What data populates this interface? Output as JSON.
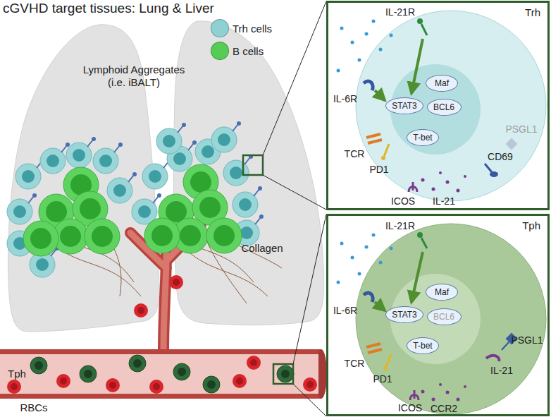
{
  "diagram": {
    "title": "cGVHD target tissues: Lung & Liver",
    "nodes": [
      {
        "text": [
          "Trh"
        ]
      },
      {
        "text": [
          "STAT3"
        ],
        "in": 0
      },
      {
        "text": [
          "Maf"
        ],
        "in": 0
      },
      {
        "text": [
          "BCL6"
        ],
        "in": 0
      },
      {
        "text": [
          "T-bet"
        ],
        "in": 0
      },
      {
        "text": [
          "Tph"
        ]
      },
      {
        "text": [
          "STAT3"
        ],
        "in": 5
      },
      {
        "text": [
          "Maf"
        ],
        "in": 5
      },
      {
        "text": [
          "BCL6"
        ],
        "in": 5
      },
      {
        "text": [
          "T-bet"
        ],
        "in": 5
      }
    ],
    "labels": [
      "Lymphoid Aggregates (i.e. iBALT)",
      "Collagen",
      "Tph",
      "RBCs",
      "IL-21R",
      "IL-6R",
      "TCR",
      "PD1",
      "ICOS",
      "CD69",
      "IL-21",
      "PSGL1",
      "IL-21R",
      "IL-6R",
      "TCR",
      "PD1",
      "ICOS",
      "CCR2",
      "IL-21",
      "PSGL1"
    ],
    "legend": [
      {
        "text": "Trh cells",
        "color": "#8fd0d3"
      },
      {
        "text": "B cells",
        "color": "#56cc56"
      }
    ]
  }
}
